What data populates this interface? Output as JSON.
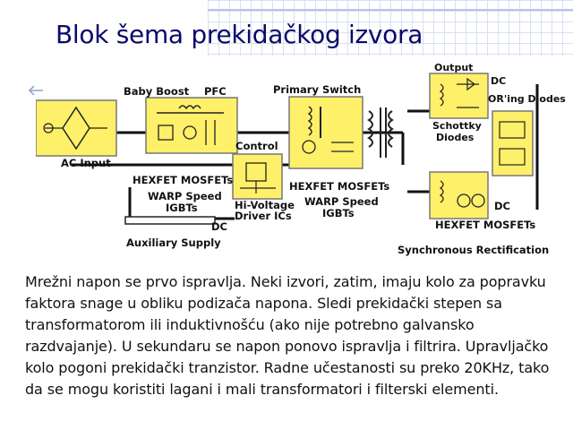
{
  "slide": {
    "title": "Blok šema prekidačkog izvora",
    "paragraph": "Mrežni napon se prvo ispravlja. Neki izvori, zatim, imaju kolo za popravku faktora snage u obliku podizača napona. Sledi prekidački stepen sa transformatorom ili induktivnošću (ako nije potrebno galvansko razdvajanje). U sekundaru se napon ponovo ispravlja i filtrira. Upravljačko kolo pogoni prekidački tranzistor. Radne učestanosti su preko 20KHz, tako da se mogu koristiti lagani i mali transformatori i filterski elementi."
  },
  "diagram": {
    "labels": {
      "baby_boost": "Baby Boost",
      "pfc": "PFC",
      "primary_switch": "Primary Switch",
      "output": "Output",
      "dc_top": "DC",
      "oring_diodes": "OR'ing Diodes",
      "schottky_1": "Schottky",
      "schottky_2": "Diodes",
      "ac_input": "AC Input",
      "control": "Control",
      "hexfet_left": "HEXFET MOSFETs",
      "warp_left_1": "WARP Speed",
      "warp_left_2": "IGBTs",
      "dc_mid": "DC",
      "auxiliary_supply": "Auxiliary Supply",
      "hv_driver_1": "Hi-Voltage",
      "hv_driver_2": "Driver ICs",
      "hexfet_mid": "HEXFET MOSFETs",
      "warp_mid_1": "WARP Speed",
      "warp_mid_2": "IGBTs",
      "dc_right": "DC",
      "hexfet_right": "HEXFET MOSFETs",
      "sync_rect": "Synchronous Rectification"
    },
    "colors": {
      "module_fill": "#fff06a",
      "module_stroke": "#777777",
      "bus_line": "#111111",
      "title_color": "#0a0a6a"
    }
  }
}
